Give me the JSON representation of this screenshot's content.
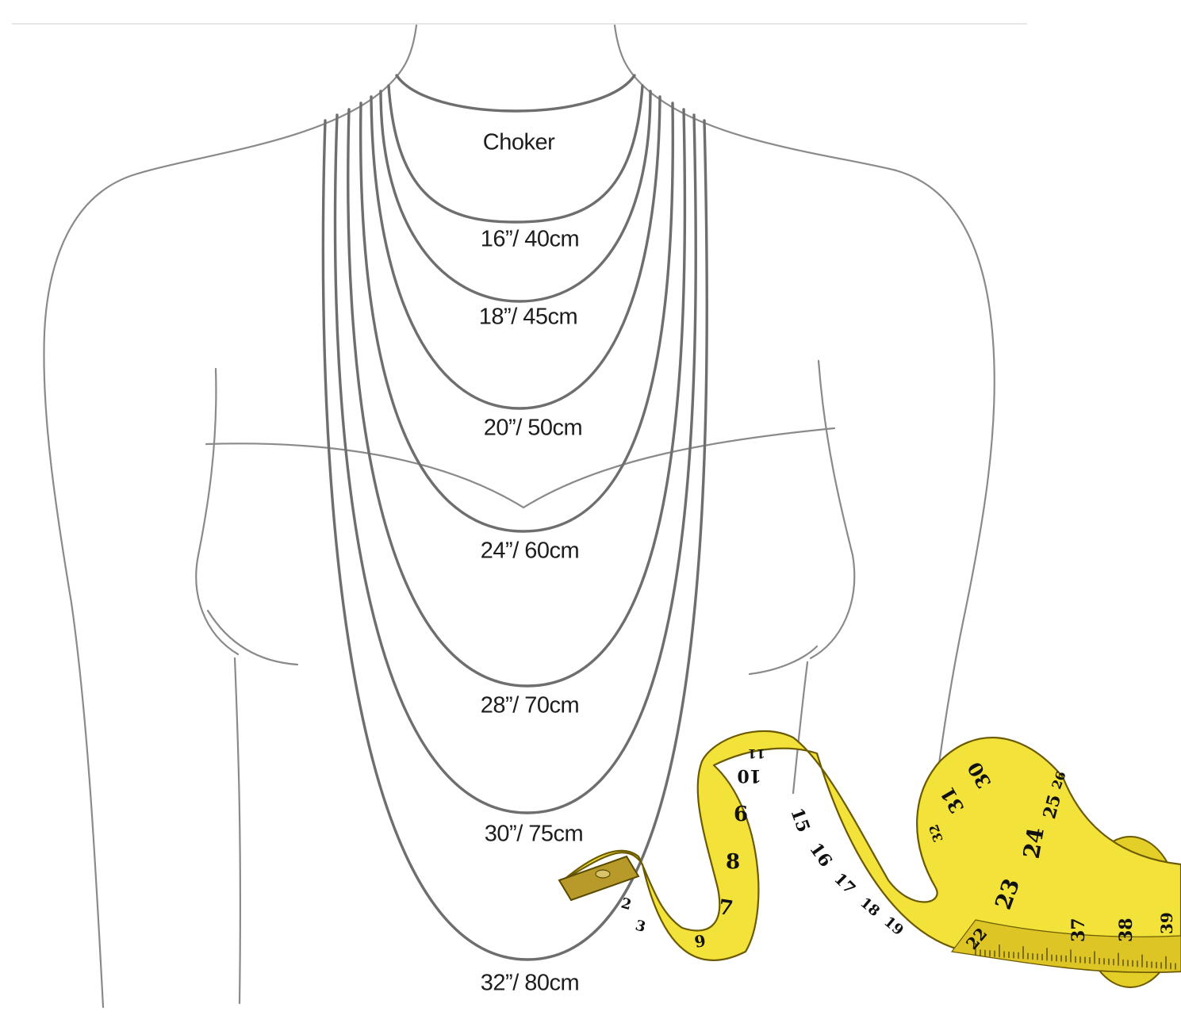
{
  "necklace_lengths": [
    {
      "id": "choker",
      "label": "Choker"
    },
    {
      "id": "16",
      "label": "16”/ 40cm"
    },
    {
      "id": "18",
      "label": "18”/ 45cm"
    },
    {
      "id": "20",
      "label": "20”/ 50cm"
    },
    {
      "id": "24",
      "label": "24”/ 60cm"
    },
    {
      "id": "28",
      "label": "28”/ 70cm"
    },
    {
      "id": "30",
      "label": "30”/ 75cm"
    },
    {
      "id": "32",
      "label": "32”/ 80cm"
    }
  ],
  "tape_measure": {
    "numbers": [
      "2",
      "3",
      "6",
      "7",
      "8",
      "9",
      "10",
      "11",
      "15",
      "16",
      "17",
      "18",
      "19",
      "22",
      "23",
      "24",
      "25",
      "26",
      "30",
      "31",
      "32",
      "37",
      "38",
      "39"
    ],
    "colors": {
      "tape": "#f3e23a",
      "tape_shade": "#d9c21c",
      "edge": "#6b5a00",
      "metal": "#b89a2a"
    }
  },
  "colors": {
    "sketch_line": "#7a7a7a",
    "chain": "#6e6e6e",
    "label_text": "#1d1d1d"
  }
}
